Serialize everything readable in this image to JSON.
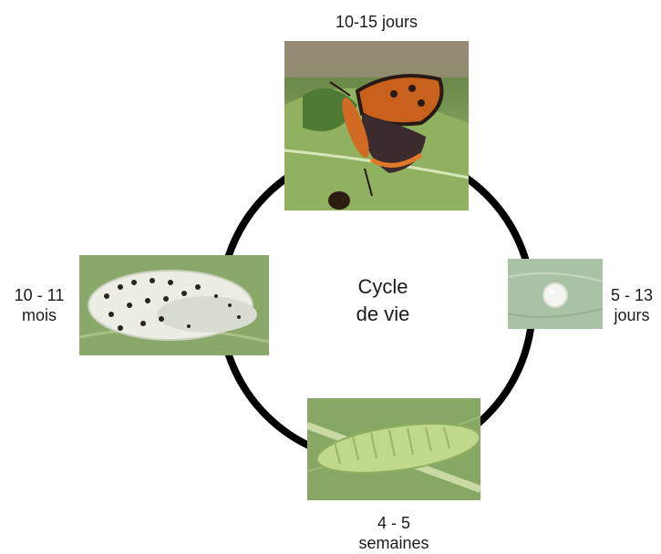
{
  "center": {
    "line1": "Cycle",
    "line2": "de vie"
  },
  "stages": {
    "adult": {
      "line1": "10-15 jours",
      "icon": "butterfly-photo"
    },
    "egg": {
      "line1": "5 - 13",
      "line2": "jours",
      "icon": "egg-photo"
    },
    "larva": {
      "line1": "4 - 5",
      "line2": "semaines",
      "icon": "caterpillar-photo"
    },
    "pupa": {
      "line1": "10 - 11",
      "line2": "mois",
      "icon": "pupa-photo"
    }
  },
  "colors": {
    "ring": "#000000",
    "leaf": "#7fa05a",
    "butterfly_orange": "#d2661e",
    "butterfly_dark": "#3a2a2a"
  }
}
